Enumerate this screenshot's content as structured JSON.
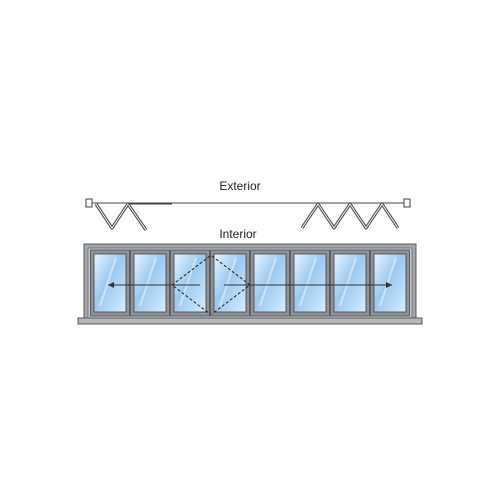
{
  "labels": {
    "exterior": "Exterior",
    "interior": "Interior"
  },
  "layout": {
    "panel_count": 8,
    "stationary_panel_index": 3,
    "dashed_panel_indices": [
      2,
      3
    ],
    "plan_view_left_folds": 2,
    "plan_view_right_folds": 6
  },
  "colors": {
    "frame": "#8a8d92",
    "frame_dark": "#4a4d52",
    "glass_top": "#e8f3ff",
    "glass_mid": "#9cc9f0",
    "glass_bottom": "#d6ebff",
    "line": "#333333"
  },
  "arrows": {
    "left": "arrow-left-icon",
    "right": "arrow-right-icon"
  }
}
